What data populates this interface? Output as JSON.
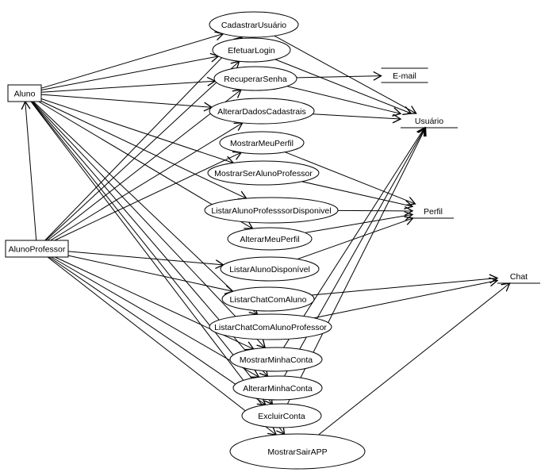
{
  "diagram": {
    "type": "uml-use-case",
    "colors": {
      "stroke": "#000000",
      "fill": "#ffffff"
    },
    "actors": [
      {
        "id": "aluno",
        "label": "Aluno"
      },
      {
        "id": "alunoprofessor",
        "label": "AlunoProfessor"
      }
    ],
    "use_cases": [
      {
        "id": "cadastrarusuario",
        "label": "CadastrarUsuário"
      },
      {
        "id": "efetuarlogin",
        "label": "EfetuarLogin"
      },
      {
        "id": "recuperarsenha",
        "label": "RecuperarSenha"
      },
      {
        "id": "alterardadoscadastrais",
        "label": "AlterarDadosCadastrais"
      },
      {
        "id": "mostrarmeuperfil",
        "label": "MostrarMeuPerfil"
      },
      {
        "id": "mostrarseralunoprofessor",
        "label": "MostrarSerAlunoProfessor"
      },
      {
        "id": "listaralunoprofesssordisponivel",
        "label": "ListarAlunoProfesssorDisponivel"
      },
      {
        "id": "alterarmeuperfil",
        "label": "AlterarMeuPerfil"
      },
      {
        "id": "listaralunodisponivel",
        "label": "ListarAlunoDisponível"
      },
      {
        "id": "listarchatcomaluno",
        "label": "ListarChatComAluno"
      },
      {
        "id": "listarchatcomalunoprofessor",
        "label": "ListarChatComAlunoProfessor"
      },
      {
        "id": "mostrarminhaconta",
        "label": "MostrarMinhaConta"
      },
      {
        "id": "alterarminhaconta",
        "label": "AlterarMinhaConta"
      },
      {
        "id": "excluirconta",
        "label": "ExcluirConta"
      },
      {
        "id": "mostrarsairapp",
        "label": "MostrarSairAPP"
      }
    ],
    "entities": [
      {
        "id": "email",
        "label": "E-mail"
      },
      {
        "id": "usuario",
        "label": "Usuário"
      },
      {
        "id": "perfil",
        "label": "Perfil"
      },
      {
        "id": "chat",
        "label": "Chat"
      }
    ],
    "edges": [
      {
        "from": "aluno",
        "to": "cadastrarusuario"
      },
      {
        "from": "aluno",
        "to": "efetuarlogin"
      },
      {
        "from": "aluno",
        "to": "recuperarsenha"
      },
      {
        "from": "aluno",
        "to": "alterardadoscadastrais"
      },
      {
        "from": "aluno",
        "to": "mostrarseralunoprofessor"
      },
      {
        "from": "aluno",
        "to": "listaralunoprofesssordisponivel"
      },
      {
        "from": "aluno",
        "to": "alterarmeuperfil"
      },
      {
        "from": "aluno",
        "to": "listarchatcomalunoprofessor"
      },
      {
        "from": "aluno",
        "to": "mostrarminhaconta"
      },
      {
        "from": "aluno",
        "to": "alterarminhaconta"
      },
      {
        "from": "aluno",
        "to": "excluirconta"
      },
      {
        "from": "aluno",
        "to": "mostrarsairapp"
      },
      {
        "from": "alunoprofessor",
        "to": "aluno"
      },
      {
        "from": "alunoprofessor",
        "to": "cadastrarusuario"
      },
      {
        "from": "alunoprofessor",
        "to": "efetuarlogin"
      },
      {
        "from": "alunoprofessor",
        "to": "recuperarsenha"
      },
      {
        "from": "alunoprofessor",
        "to": "alterardadoscadastrais"
      },
      {
        "from": "alunoprofessor",
        "to": "mostrarmeuperfil"
      },
      {
        "from": "alunoprofessor",
        "to": "listaralunodisponivel"
      },
      {
        "from": "alunoprofessor",
        "to": "listarchatcomaluno"
      },
      {
        "from": "alunoprofessor",
        "to": "mostrarminhaconta"
      },
      {
        "from": "alunoprofessor",
        "to": "alterarminhaconta"
      },
      {
        "from": "alunoprofessor",
        "to": "excluirconta"
      },
      {
        "from": "alunoprofessor",
        "to": "mostrarsairapp"
      },
      {
        "from": "cadastrarusuario",
        "to": "usuario"
      },
      {
        "from": "efetuarlogin",
        "to": "usuario"
      },
      {
        "from": "recuperarsenha",
        "to": "email"
      },
      {
        "from": "recuperarsenha",
        "to": "usuario"
      },
      {
        "from": "alterardadoscadastrais",
        "to": "usuario"
      },
      {
        "from": "mostrarmeuperfil",
        "to": "perfil"
      },
      {
        "from": "mostrarseralunoprofessor",
        "to": "perfil"
      },
      {
        "from": "listaralunoprofesssordisponivel",
        "to": "perfil"
      },
      {
        "from": "alterarmeuperfil",
        "to": "perfil"
      },
      {
        "from": "listaralunodisponivel",
        "to": "perfil"
      },
      {
        "from": "listarchatcomaluno",
        "to": "chat"
      },
      {
        "from": "listarchatcomalunoprofessor",
        "to": "chat"
      },
      {
        "from": "mostrarminhaconta",
        "to": "usuario"
      },
      {
        "from": "alterarminhaconta",
        "to": "usuario"
      },
      {
        "from": "excluirconta",
        "to": "usuario"
      },
      {
        "from": "mostrarsairapp",
        "to": "chat"
      }
    ]
  }
}
